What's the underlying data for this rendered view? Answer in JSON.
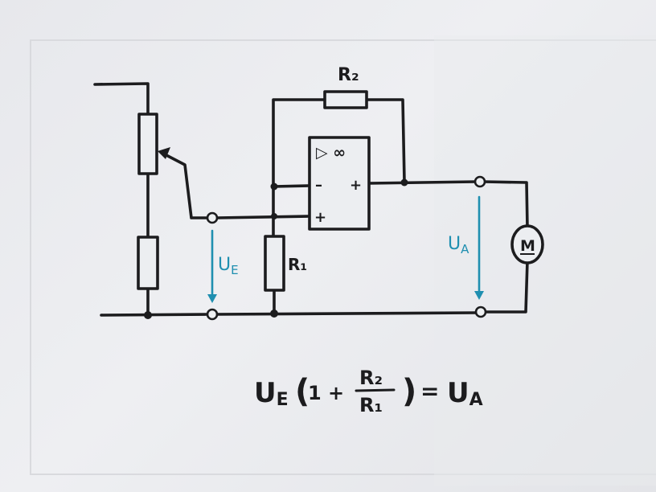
{
  "labels": {
    "r2": "R₂",
    "r1": "R₁",
    "opamp_symbol": "▷ ∞",
    "minus": "–",
    "plus_out": "+",
    "plus_in": "+",
    "motor": "M"
  },
  "voltages": {
    "input": {
      "main": "U",
      "sub": "E"
    },
    "output": {
      "main": "U",
      "sub": "A"
    }
  },
  "equation": {
    "lhs_main": "U",
    "lhs_sub": "E",
    "open_paren": "(",
    "one_plus": "1 +",
    "numerator": "R₂",
    "denominator": "R₁",
    "close_paren": ")",
    "equals": "=",
    "rhs_main": "U",
    "rhs_sub": "A"
  },
  "colors": {
    "ink": "#1c1c1e",
    "annotation": "#1f8fb0",
    "paper": "#eceef1"
  }
}
